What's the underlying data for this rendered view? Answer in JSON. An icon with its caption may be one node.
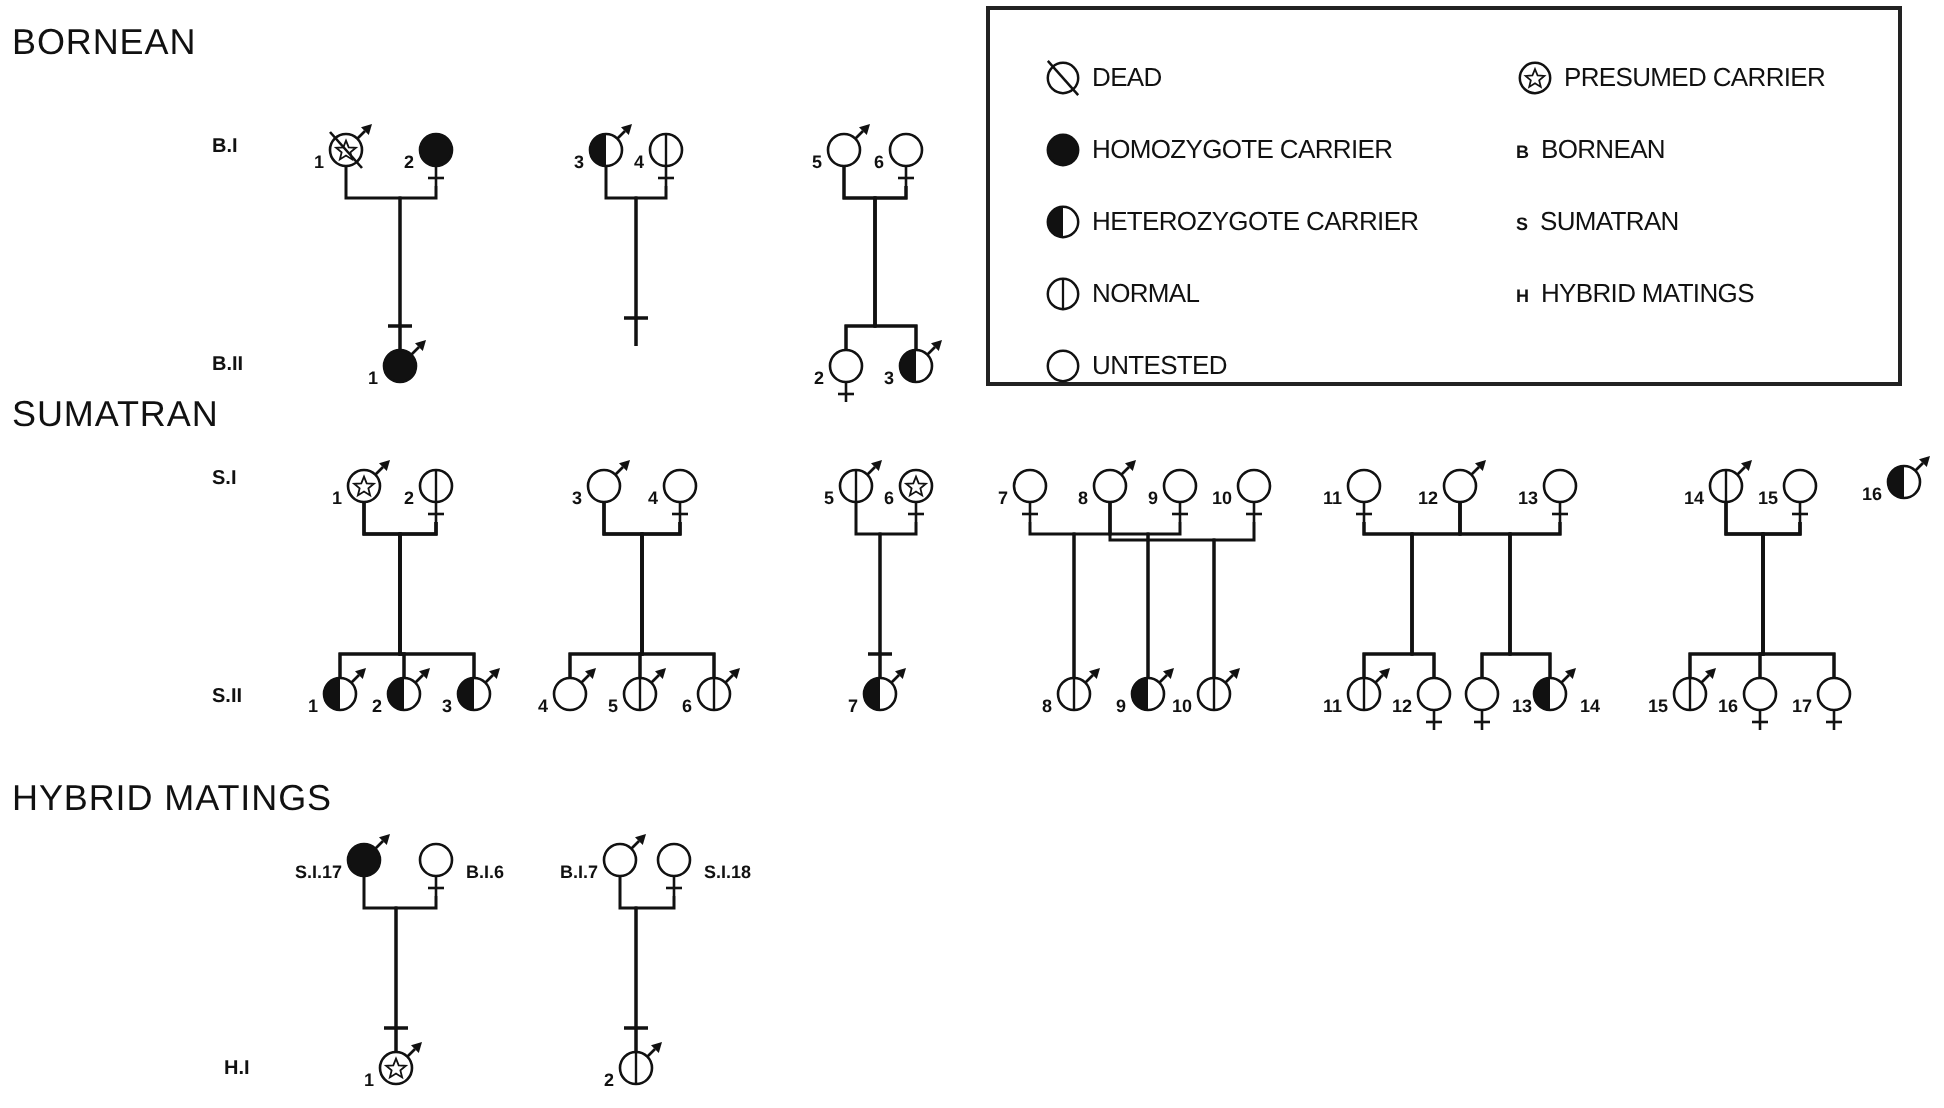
{
  "diagram": {
    "nodes": [
      {
        "text": [
          "1"
        ]
      },
      {
        "text": [
          "2"
        ]
      },
      {
        "text": [
          "3"
        ]
      },
      {
        "text": [
          "4"
        ]
      },
      {
        "text": [
          "5"
        ]
      },
      {
        "text": [
          "6"
        ]
      },
      {
        "text": [
          "1"
        ]
      },
      {
        "text": [
          "2"
        ]
      },
      {
        "text": [
          "3"
        ]
      },
      {
        "text": [
          "1"
        ]
      },
      {
        "text": [
          "2"
        ]
      },
      {
        "text": [
          "3"
        ]
      },
      {
        "text": [
          "4"
        ]
      },
      {
        "text": [
          "5"
        ]
      },
      {
        "text": [
          "6"
        ]
      },
      {
        "text": [
          "7"
        ]
      },
      {
        "text": [
          "8"
        ]
      },
      {
        "text": [
          "9"
        ]
      },
      {
        "text": [
          "10"
        ]
      },
      {
        "text": [
          "11"
        ]
      },
      {
        "text": [
          "12"
        ]
      },
      {
        "text": [
          "13"
        ]
      },
      {
        "text": [
          "14"
        ]
      },
      {
        "text": [
          "15"
        ]
      },
      {
        "text": [
          "16"
        ]
      },
      {
        "text": [
          "1"
        ]
      },
      {
        "text": [
          "2"
        ]
      },
      {
        "text": [
          "3"
        ]
      },
      {
        "text": [
          "4"
        ]
      },
      {
        "text": [
          "5"
        ]
      },
      {
        "text": [
          "6"
        ]
      },
      {
        "text": [
          "7"
        ]
      },
      {
        "text": [
          "8"
        ]
      },
      {
        "text": [
          "9"
        ]
      },
      {
        "text": [
          "10"
        ]
      },
      {
        "text": [
          "11"
        ]
      },
      {
        "text": [
          "12"
        ]
      },
      {
        "text": [
          "13"
        ]
      },
      {
        "text": [
          "14"
        ]
      },
      {
        "text": [
          "15"
        ]
      },
      {
        "text": [
          "16"
        ]
      },
      {
        "text": [
          "17"
        ]
      },
      {
        "text": [
          "S.I.17"
        ]
      },
      {
        "text": [
          "B.I.6"
        ]
      },
      {
        "text": [
          "B.I.7"
        ]
      },
      {
        "text": [
          "S.I.18"
        ]
      },
      {
        "text": [
          "1"
        ]
      },
      {
        "text": [
          "2"
        ]
      }
    ],
    "edges": [
      {
        "from": 0,
        "to": 6,
        "arrow": "none"
      },
      {
        "from": 1,
        "to": 6,
        "arrow": "none"
      },
      {
        "from": 2,
        "to": null,
        "arrow": "none"
      },
      {
        "from": 3,
        "to": null,
        "arrow": "none"
      },
      {
        "from": 4,
        "to": 7,
        "arrow": "none"
      },
      {
        "from": 5,
        "to": 7,
        "arrow": "none"
      },
      {
        "from": 4,
        "to": 8,
        "arrow": "none"
      },
      {
        "from": 5,
        "to": 8,
        "arrow": "none"
      },
      {
        "from": 9,
        "to": 25,
        "arrow": "none"
      },
      {
        "from": 10,
        "to": 25,
        "arrow": "none"
      },
      {
        "from": 9,
        "to": 26,
        "arrow": "none"
      },
      {
        "from": 10,
        "to": 26,
        "arrow": "none"
      },
      {
        "from": 9,
        "to": 27,
        "arrow": "none"
      },
      {
        "from": 10,
        "to": 27,
        "arrow": "none"
      },
      {
        "from": 11,
        "to": 28,
        "arrow": "none"
      },
      {
        "from": 12,
        "to": 28,
        "arrow": "none"
      },
      {
        "from": 11,
        "to": 29,
        "arrow": "none"
      },
      {
        "from": 12,
        "to": 29,
        "arrow": "none"
      },
      {
        "from": 11,
        "to": 30,
        "arrow": "none"
      },
      {
        "from": 12,
        "to": 30,
        "arrow": "none"
      },
      {
        "from": 13,
        "to": 31,
        "arrow": "none"
      },
      {
        "from": 14,
        "to": 31,
        "arrow": "none"
      },
      {
        "from": 15,
        "to": 32,
        "arrow": "none"
      },
      {
        "from": 16,
        "to": 32,
        "arrow": "none"
      },
      {
        "from": 16,
        "to": 33,
        "arrow": "none"
      },
      {
        "from": 17,
        "to": 33,
        "arrow": "none"
      },
      {
        "from": 16,
        "to": 34,
        "arrow": "none"
      },
      {
        "from": 18,
        "to": 34,
        "arrow": "none"
      },
      {
        "from": 19,
        "to": 35,
        "arrow": "none"
      },
      {
        "from": 20,
        "to": 35,
        "arrow": "none"
      },
      {
        "from": 19,
        "to": 36,
        "arrow": "none"
      },
      {
        "from": 20,
        "to": 36,
        "arrow": "none"
      },
      {
        "from": 20,
        "to": 37,
        "arrow": "none"
      },
      {
        "from": 21,
        "to": 37,
        "arrow": "none"
      },
      {
        "from": 20,
        "to": 38,
        "arrow": "none"
      },
      {
        "from": 21,
        "to": 38,
        "arrow": "none"
      },
      {
        "from": 22,
        "to": 39,
        "arrow": "none"
      },
      {
        "from": 23,
        "to": 39,
        "arrow": "none"
      },
      {
        "from": 22,
        "to": 40,
        "arrow": "none"
      },
      {
        "from": 23,
        "to": 40,
        "arrow": "none"
      },
      {
        "from": 22,
        "to": 41,
        "arrow": "none"
      },
      {
        "from": 23,
        "to": 41,
        "arrow": "none"
      },
      {
        "from": 42,
        "to": 46,
        "arrow": "none"
      },
      {
        "from": 43,
        "to": 46,
        "arrow": "none"
      },
      {
        "from": 44,
        "to": 47,
        "arrow": "none"
      },
      {
        "from": 45,
        "to": 47,
        "arrow": "none"
      }
    ],
    "labels": [
      "BORNEAN",
      "B.I",
      "B.II",
      "SUMATRAN",
      "S.I",
      "S.II",
      "HYBRID MATINGS",
      "H.I"
    ],
    "legend": [
      {
        "text": "DEAD"
      },
      {
        "text": "HOMOZYGOTE CARRIER"
      },
      {
        "text": "HETEROZYGOTE CARRIER"
      },
      {
        "text": "NORMAL"
      },
      {
        "text": "UNTESTED"
      },
      {
        "text": "PRESUMED CARRIER"
      },
      {
        "text": "**B** BORNEAN"
      },
      {
        "text": "**S** SUMATRAN"
      },
      {
        "text": "**H** HYBRID MATINGS"
      }
    ]
  }
}
